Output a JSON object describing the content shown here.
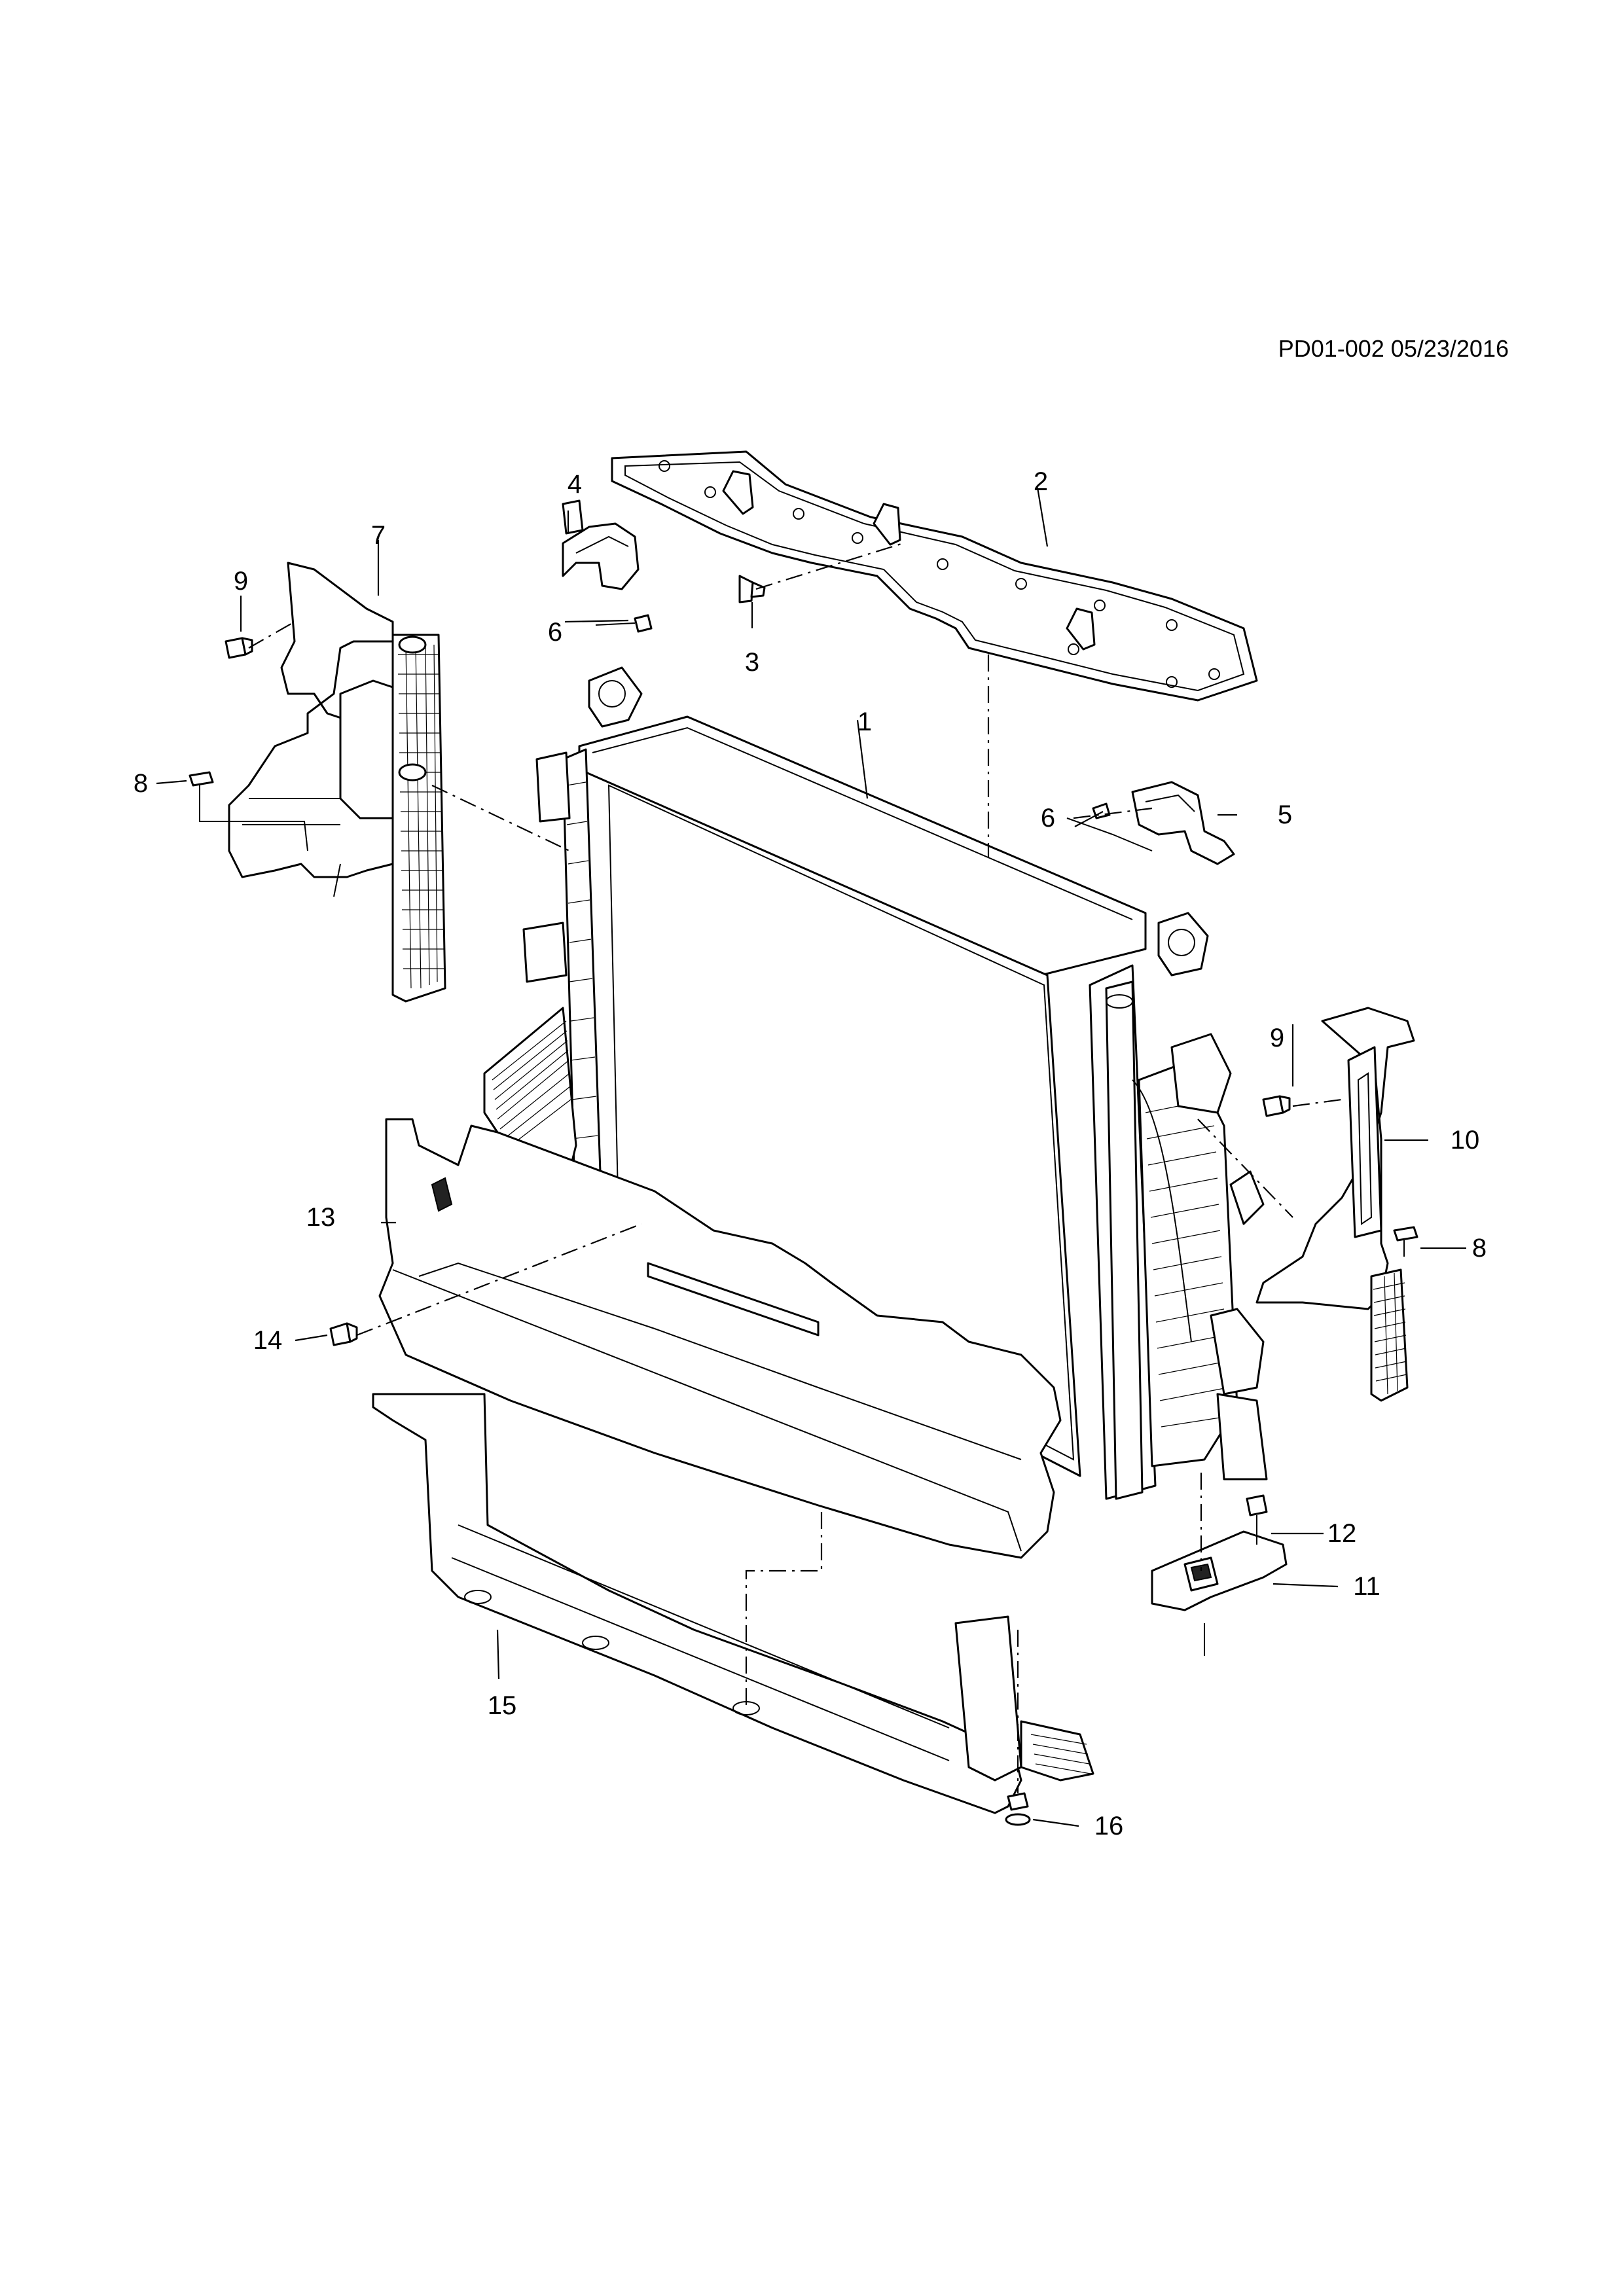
{
  "document": {
    "id": "PD01-002 05/23/2016"
  },
  "callouts": [
    {
      "part": "radiator",
      "number": "1"
    },
    {
      "part": "upper-air-deflector",
      "number": "2"
    },
    {
      "part": "deflector-push-pin",
      "number": "3"
    },
    {
      "part": "upper-bracket-left",
      "number": "4"
    },
    {
      "part": "upper-bracket-right",
      "number": "5"
    },
    {
      "part": "bracket-bolt-left",
      "number": "6"
    },
    {
      "part": "bracket-bolt-right",
      "number": "6"
    },
    {
      "part": "side-baffle-left",
      "number": "7"
    },
    {
      "part": "baffle-clip-left",
      "number": "8"
    },
    {
      "part": "baffle-clip-right",
      "number": "8"
    },
    {
      "part": "baffle-retainer-left",
      "number": "9"
    },
    {
      "part": "baffle-retainer-right",
      "number": "9"
    },
    {
      "part": "side-baffle-right",
      "number": "10"
    },
    {
      "part": "lower-insulator",
      "number": "11"
    },
    {
      "part": "insulator-bolt",
      "number": "12"
    },
    {
      "part": "lower-air-deflector",
      "number": "13"
    },
    {
      "part": "deflector-retainer",
      "number": "14"
    },
    {
      "part": "lower-support",
      "number": "15"
    },
    {
      "part": "support-fastener",
      "number": "16"
    }
  ]
}
